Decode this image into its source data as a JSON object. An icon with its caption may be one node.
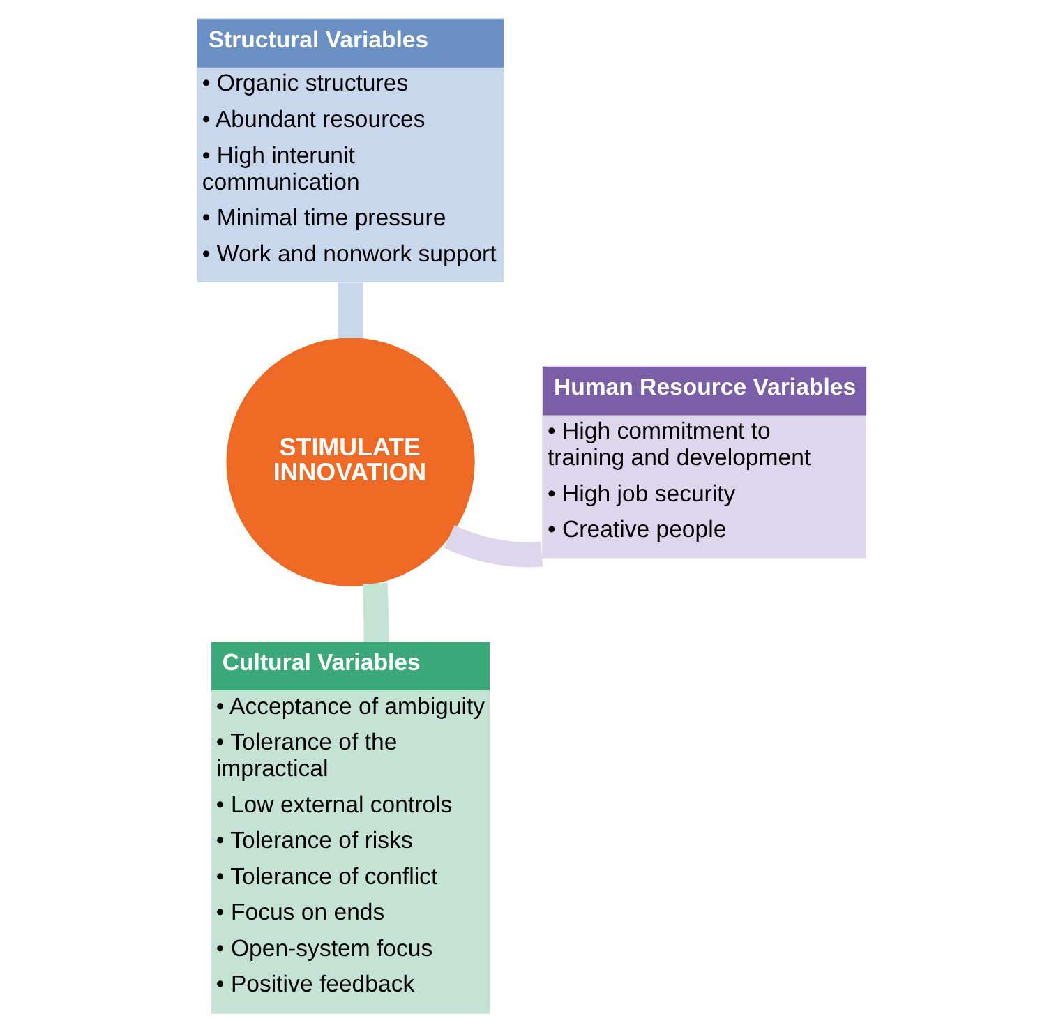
{
  "diagram": {
    "nodes": [
      {
        "text": [
          "Structural Variables",
          "• Organic structures",
          "• Abundant resources",
          "• High interunit communication",
          "• Minimal time pressure",
          "• Work and nonwork support"
        ]
      },
      {
        "text": [
          "STIMULATE INNOVATION"
        ]
      },
      {
        "text": [
          "Human Resource Variables",
          "• High commitment to training and development",
          "• High job security",
          "• Creative people"
        ]
      },
      {
        "text": [
          "Cultural Variables",
          "• Acceptance of ambiguity",
          "• Tolerance of the impractical",
          "• Low external controls",
          "• Tolerance of risks",
          "• Tolerance of conflict",
          "• Focus on ends",
          "• Open-system focus",
          "• Positive feedback"
        ]
      }
    ],
    "edges": [
      {
        "from": 0,
        "to": 1,
        "arrow": "none",
        "color": "#c9d7ec"
      },
      {
        "from": 2,
        "to": 1,
        "arrow": "none",
        "color": "#ddd6ec"
      },
      {
        "from": 3,
        "to": 1,
        "arrow": "none",
        "color": "#c5e3d3"
      }
    ]
  }
}
